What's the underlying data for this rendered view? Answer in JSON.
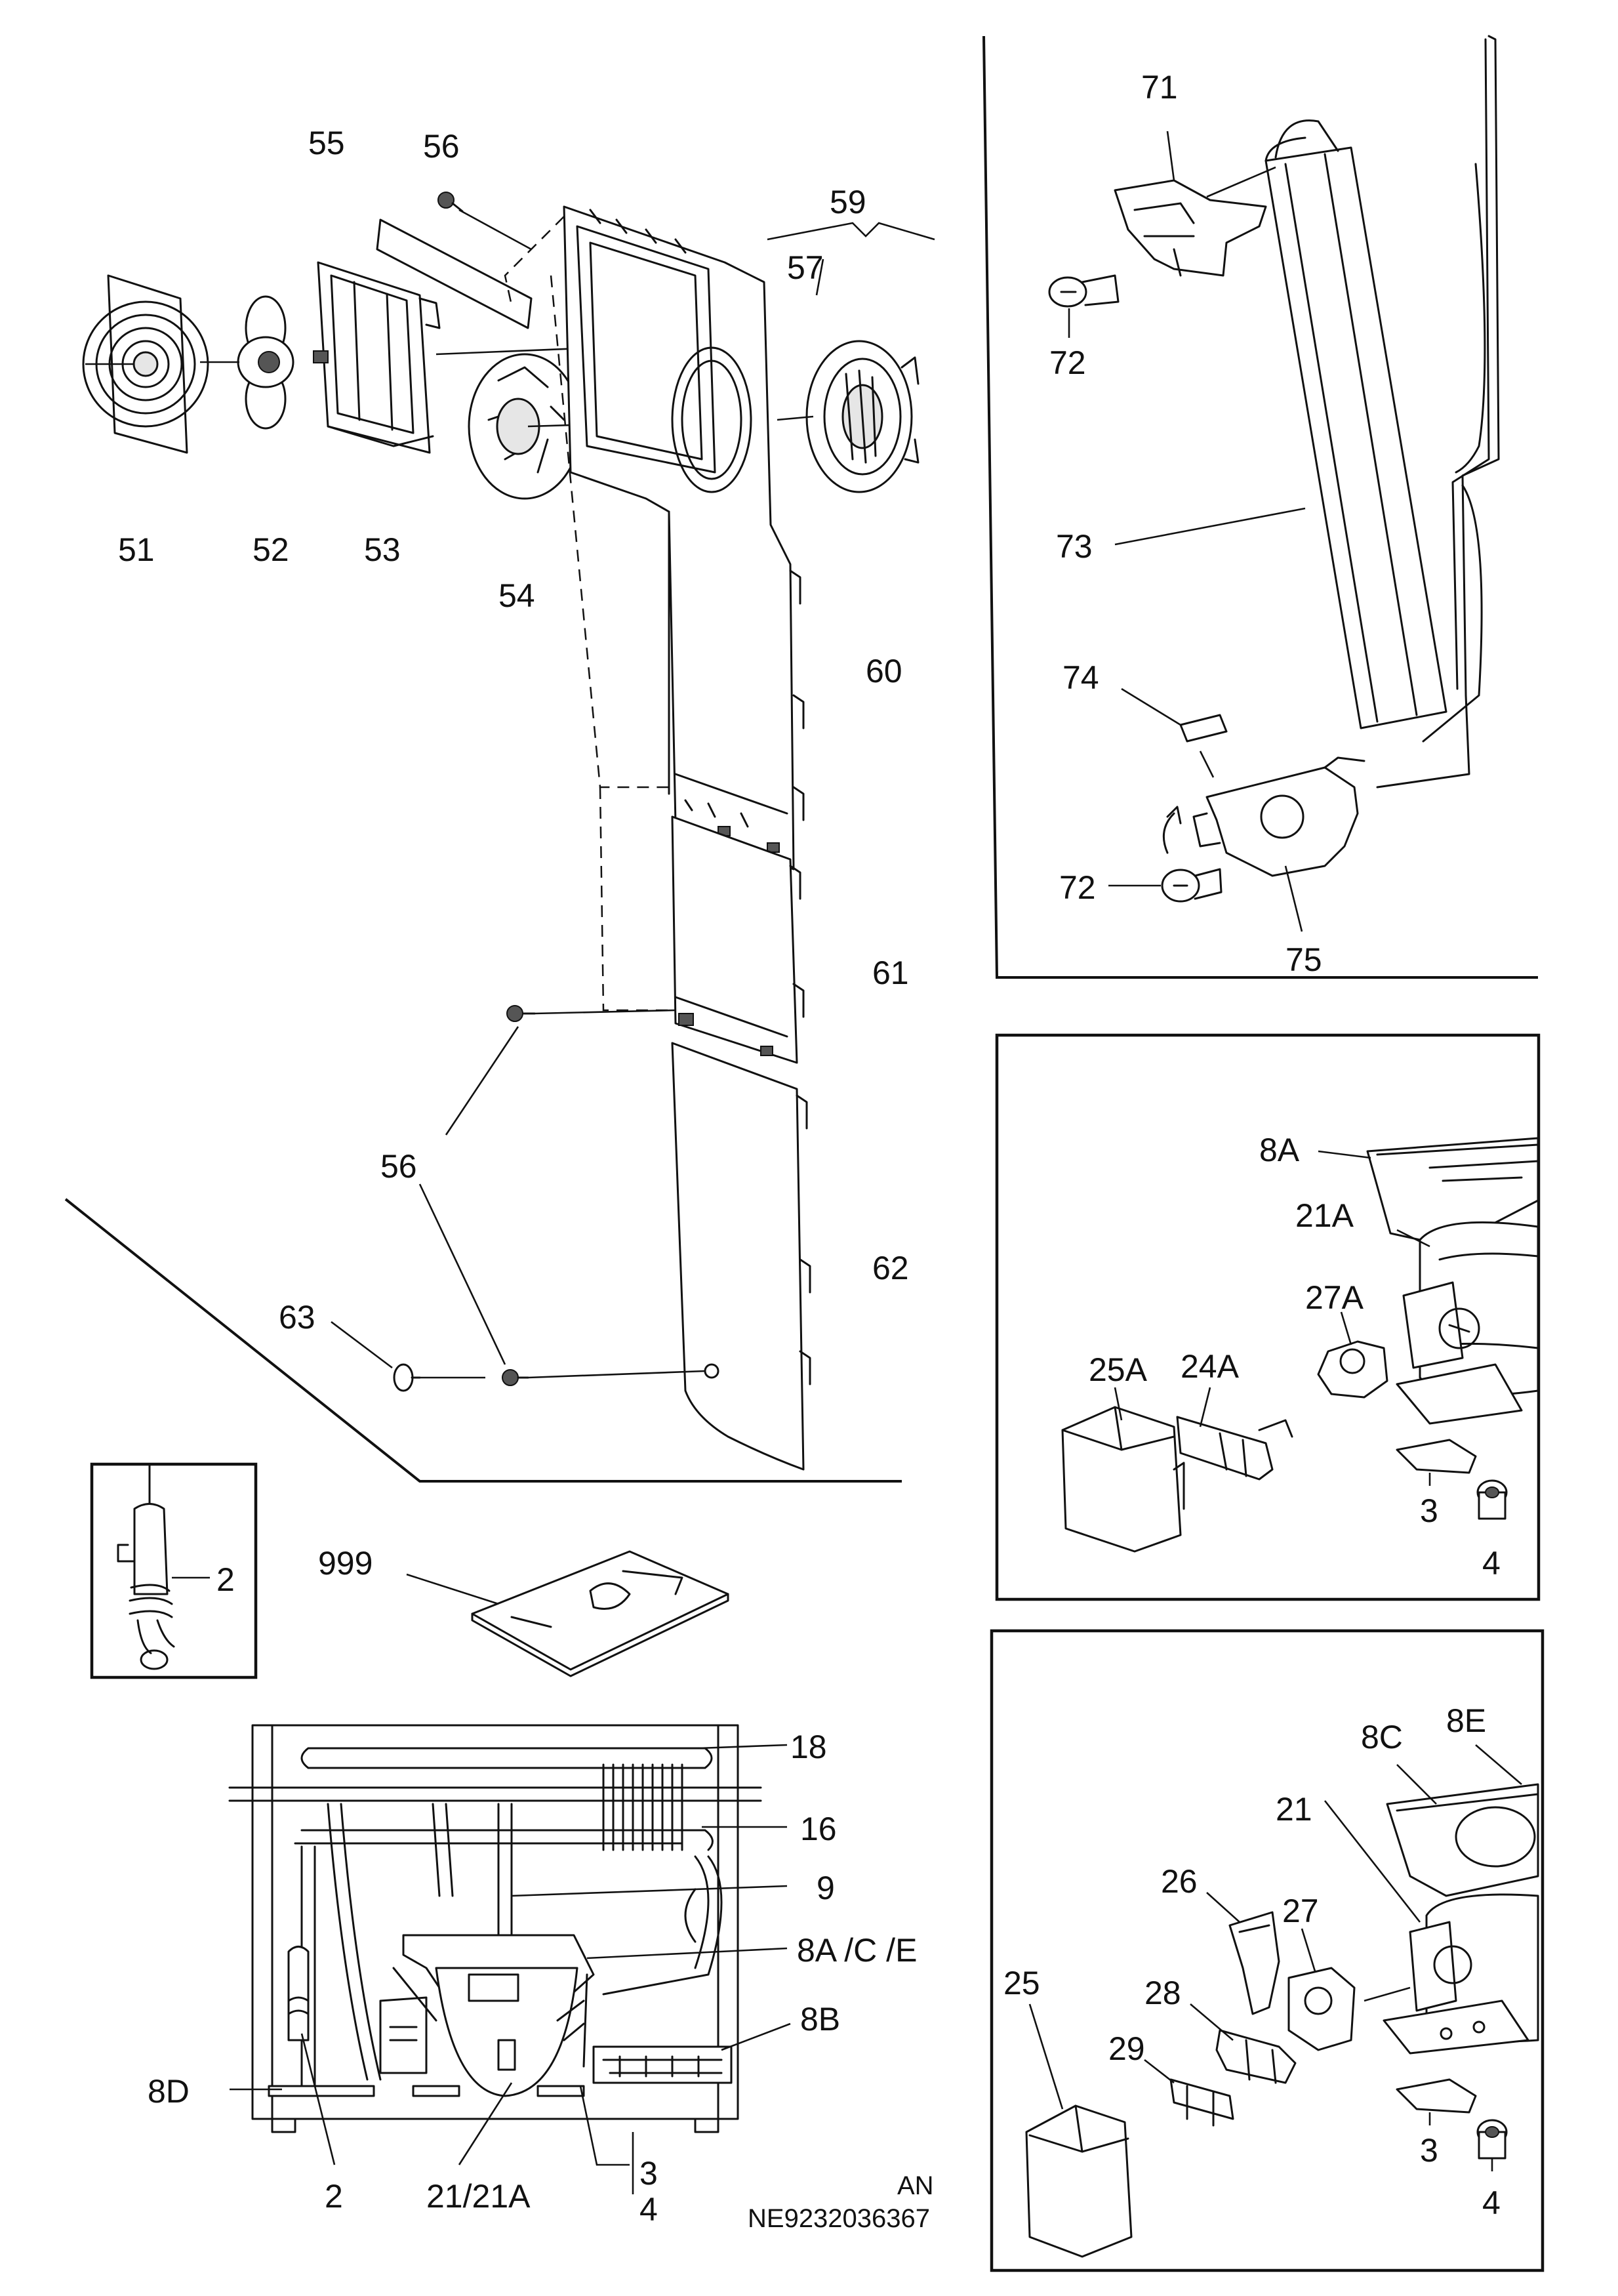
{
  "labels": {
    "p51": "51",
    "p52": "52",
    "p53": "53",
    "p54": "54",
    "p55": "55",
    "p56a": "56",
    "p57": "57",
    "p59": "59",
    "p60": "60",
    "p61": "61",
    "p62": "62",
    "p56b": "56",
    "p63": "63",
    "p2box": "2",
    "p999": "999",
    "p71": "71",
    "p72a": "72",
    "p73": "73",
    "p74": "74",
    "p72b": "72",
    "p75": "75",
    "p8A": "8A",
    "p21A": "21A",
    "p27A": "27A",
    "p25A": "25A",
    "p24A": "24A",
    "p3a": "3",
    "p4a": "4",
    "p8C": "8C",
    "p8E": "8E",
    "p21": "21",
    "p26": "26",
    "p27": "27",
    "p28": "28",
    "p25": "25",
    "p29": "29",
    "p3b": "3",
    "p4b": "4",
    "p18": "18",
    "p16": "16",
    "p9": "9",
    "p8ACE": "8A /C /E",
    "p8B": "8B",
    "p8D": "8D",
    "p2bot": "2",
    "p21_21A": "21/21A",
    "p3c": "3",
    "p4c": "4"
  },
  "footer": {
    "code": "AN",
    "doc_number": "NE9232036367"
  }
}
